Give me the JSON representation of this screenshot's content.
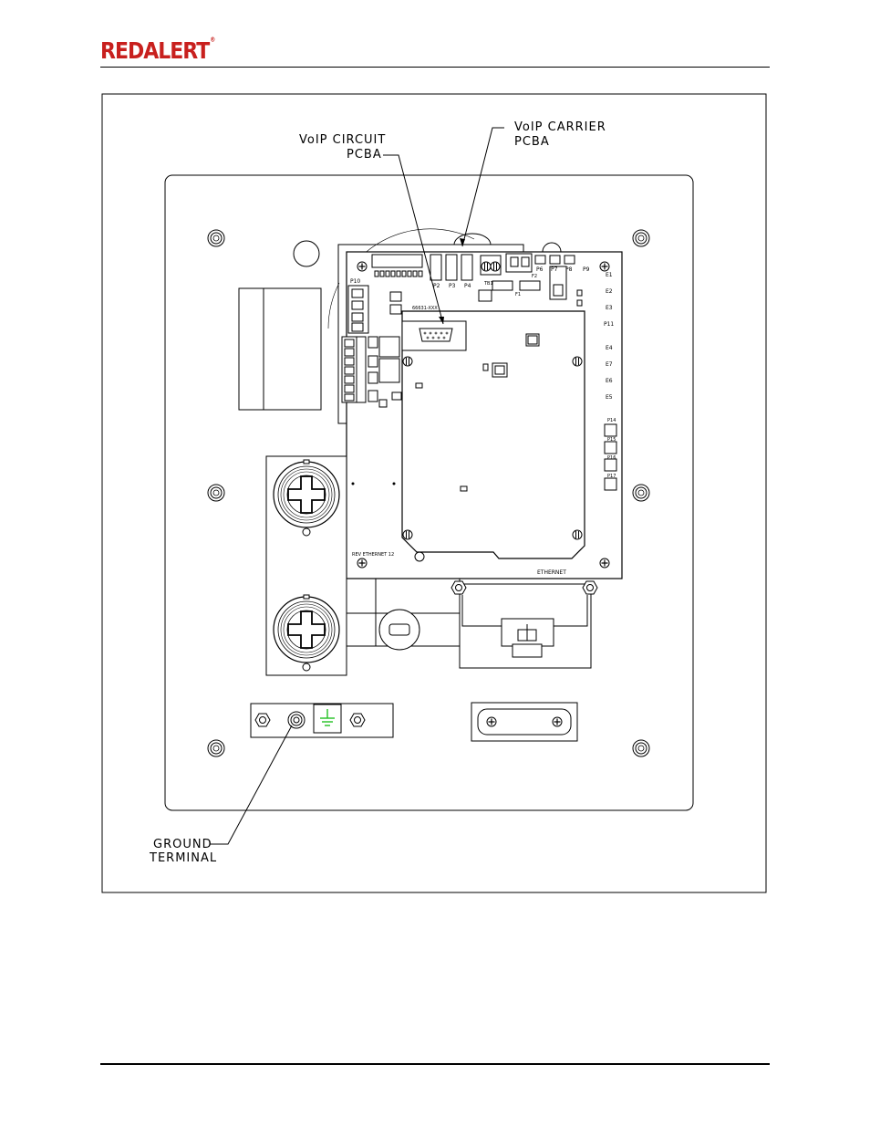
{
  "header": {
    "brand": "REDALERT"
  },
  "diagram": {
    "callouts": {
      "voip_circuit_line1": "VoIP CIRCUIT",
      "voip_circuit_line2": "PCBA",
      "voip_carrier_line1": "VoIP CARRIER",
      "voip_carrier_line2": "PCBA",
      "ground_line1": "GROUND",
      "ground_line2": "TERMINAL"
    },
    "board_labels": {
      "p10": "P10",
      "p2": "P2",
      "p3": "P3",
      "p4": "P4",
      "p6": "P6",
      "p7": "P7",
      "p8": "P8",
      "p9": "P9",
      "tb1": "TB1",
      "f1": "F1",
      "f2": "F2",
      "e1": "E1",
      "e2": "E2",
      "e3": "E3",
      "p11": "P11",
      "e4": "E4",
      "e7": "E7",
      "e6": "E6",
      "e5": "E5",
      "p14": "P14",
      "p15": "P15",
      "p16": "P16",
      "p17": "P17",
      "ethernet": "ETHERNET",
      "rev_note": "REV ETHERNET 12",
      "part_no": "66631-XXX"
    }
  },
  "colors": {
    "brand_red": "#c8201e",
    "ground_symbol": "#22c022",
    "line": "#000000"
  }
}
